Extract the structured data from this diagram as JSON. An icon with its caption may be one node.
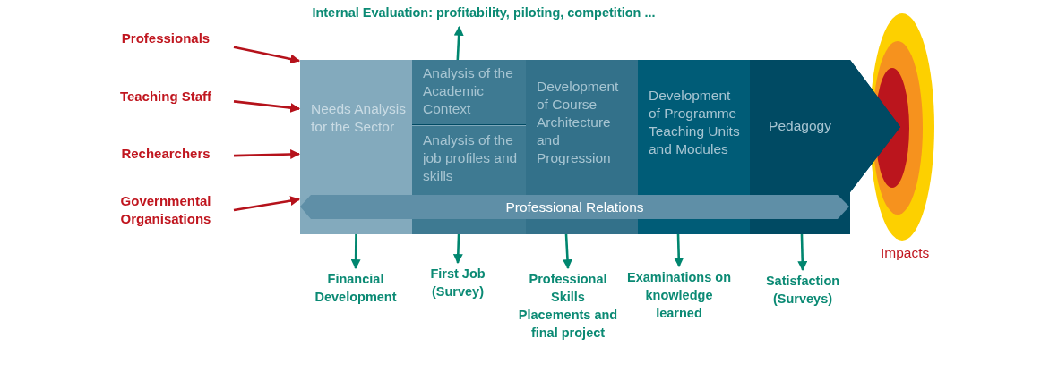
{
  "diagram": {
    "nodes": [
      {
        "text": [
          "Professionals"
        ]
      },
      {
        "text": [
          "Teaching Staff"
        ]
      },
      {
        "text": [
          "Rechearchers"
        ]
      },
      {
        "text": [
          "Governmental Organisations"
        ]
      },
      {
        "text": [],
        "shape": "chevron"
      },
      {
        "text": [
          "Needs Analysis for the Sector"
        ],
        "in": 4
      },
      {
        "text": [
          "Analysis of the Academic Context"
        ],
        "in": 4
      },
      {
        "text": [
          "Analysis of the job profiles and skills"
        ],
        "in": 4
      },
      {
        "text": [
          "Development of Course Architecture and Progression"
        ],
        "in": 4
      },
      {
        "text": [
          "Development of Programme Teaching Units and Modules"
        ],
        "in": 4
      },
      {
        "text": [
          "Pedagogy"
        ],
        "in": 4
      },
      {
        "text": [
          "Professional Relations"
        ],
        "in": 4
      },
      {
        "text": [
          "Internal Evaluation: profitability, piloting, competition ..."
        ]
      },
      {
        "text": [
          "Financial Development"
        ]
      },
      {
        "text": [
          "First Job (Survey)"
        ]
      },
      {
        "text": [
          "Professional Skills Placements and final project"
        ]
      },
      {
        "text": [
          "Examinations on knowledge learned"
        ]
      },
      {
        "text": [
          "Satisfaction (Surveys)"
        ]
      },
      {
        "text": [],
        "shape": "target",
        "beside": [
          "Impacts"
        ]
      }
    ],
    "edges": [
      {
        "from": 0,
        "to": 4,
        "arrow": "to",
        "color": "#b5121b"
      },
      {
        "from": 1,
        "to": 4,
        "arrow": "to",
        "color": "#b5121b"
      },
      {
        "from": 2,
        "to": 4,
        "arrow": "to",
        "color": "#b5121b"
      },
      {
        "from": 3,
        "to": 4,
        "arrow": "to",
        "color": "#b5121b"
      },
      {
        "from": 6,
        "to": 12,
        "arrow": "to"
      },
      {
        "from": 5,
        "to": 13,
        "arrow": "to"
      },
      {
        "from": 7,
        "to": 14,
        "arrow": "to"
      },
      {
        "from": 8,
        "to": 15,
        "arrow": "to"
      },
      {
        "from": 9,
        "to": 16,
        "arrow": "to"
      },
      {
        "from": 10,
        "to": 17,
        "arrow": "to"
      }
    ]
  }
}
